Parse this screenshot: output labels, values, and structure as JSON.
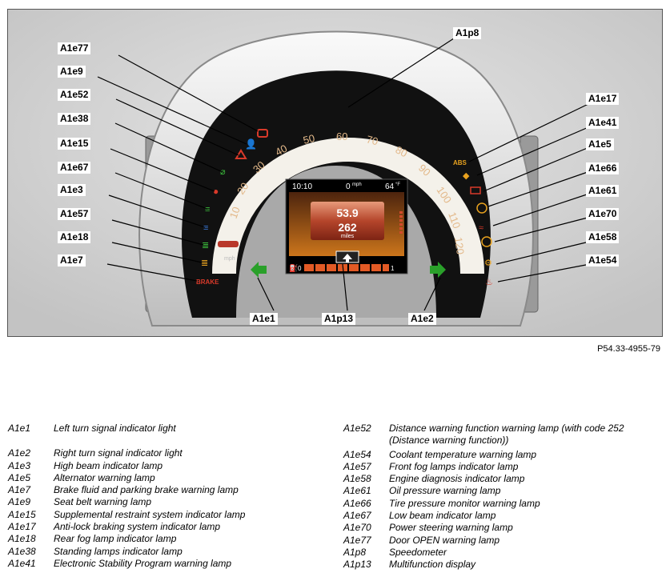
{
  "figure_ref": "P54.33-4955-79",
  "display": {
    "time": "10:10",
    "speed_value": "0",
    "speed_unit": "mph",
    "temperature": "64",
    "temp_unit": "°F",
    "trip_value": "53.9",
    "range_value": "262",
    "range_unit": "miles",
    "fuel_empty": "0",
    "fuel_full": "1"
  },
  "speedometer": {
    "ticks": [
      "10",
      "20",
      "30",
      "40",
      "50",
      "60",
      "70",
      "80",
      "90",
      "100",
      "110",
      "120"
    ],
    "unit": "mph"
  },
  "lamps": {
    "abs_label": "ABS",
    "brake_label": "BRAKE"
  },
  "callouts": {
    "a1e77": "A1e77",
    "a1e9": "A1e9",
    "a1e52": "A1e52",
    "a1e38": "A1e38",
    "a1e15": "A1e15",
    "a1e67": "A1e67",
    "a1e3": "A1e3",
    "a1e57": "A1e57",
    "a1e18": "A1e18",
    "a1e7": "A1e7",
    "a1p8": "A1p8",
    "a1e17": "A1e17",
    "a1e41": "A1e41",
    "a1e5": "A1e5",
    "a1e66": "A1e66",
    "a1e61": "A1e61",
    "a1e70": "A1e70",
    "a1e58": "A1e58",
    "a1e54": "A1e54",
    "a1e1": "A1e1",
    "a1p13": "A1p13",
    "a1e2": "A1e2"
  },
  "legend": {
    "left": [
      {
        "code": "A1e1",
        "desc": "Left turn signal indicator light"
      },
      {
        "code": "A1e2",
        "desc": "Right turn signal indicator light"
      },
      {
        "code": "A1e3",
        "desc": "High beam indicator lamp"
      },
      {
        "code": "A1e5",
        "desc": "Alternator warning lamp"
      },
      {
        "code": "A1e7",
        "desc": "Brake fluid and parking brake warning lamp"
      },
      {
        "code": "A1e9",
        "desc": "Seat belt warning lamp"
      },
      {
        "code": "A1e15",
        "desc": "Supplemental restraint system indicator lamp"
      },
      {
        "code": "A1e17",
        "desc": "Anti-lock braking system indicator lamp"
      },
      {
        "code": "A1e18",
        "desc": "Rear fog lamp indicator lamp"
      },
      {
        "code": "A1e38",
        "desc": "Standing lamps indicator lamp"
      },
      {
        "code": "A1e41",
        "desc": "Electronic Stability Program warning lamp"
      }
    ],
    "right": [
      {
        "code": "A1e52",
        "desc": "Distance warning function warning lamp (with code 252",
        "desc2": "(Distance warning function))"
      },
      {
        "code": "A1e54",
        "desc": "Coolant temperature warning lamp"
      },
      {
        "code": "A1e57",
        "desc": "Front fog lamps indicator lamp"
      },
      {
        "code": "A1e58",
        "desc": "Engine diagnosis indicator lamp"
      },
      {
        "code": "A1e61",
        "desc": "Oil pressure warning lamp"
      },
      {
        "code": "A1e66",
        "desc": "Tire pressure monitor warning lamp"
      },
      {
        "code": "A1e67",
        "desc": "Low beam indicator lamp"
      },
      {
        "code": "A1e70",
        "desc": "Power steering warning lamp"
      },
      {
        "code": "A1e77",
        "desc": "Door OPEN warning lamp"
      },
      {
        "code": "A1p8",
        "desc": "Speedometer"
      },
      {
        "code": "A1p13",
        "desc": "Multifunction display"
      }
    ]
  }
}
